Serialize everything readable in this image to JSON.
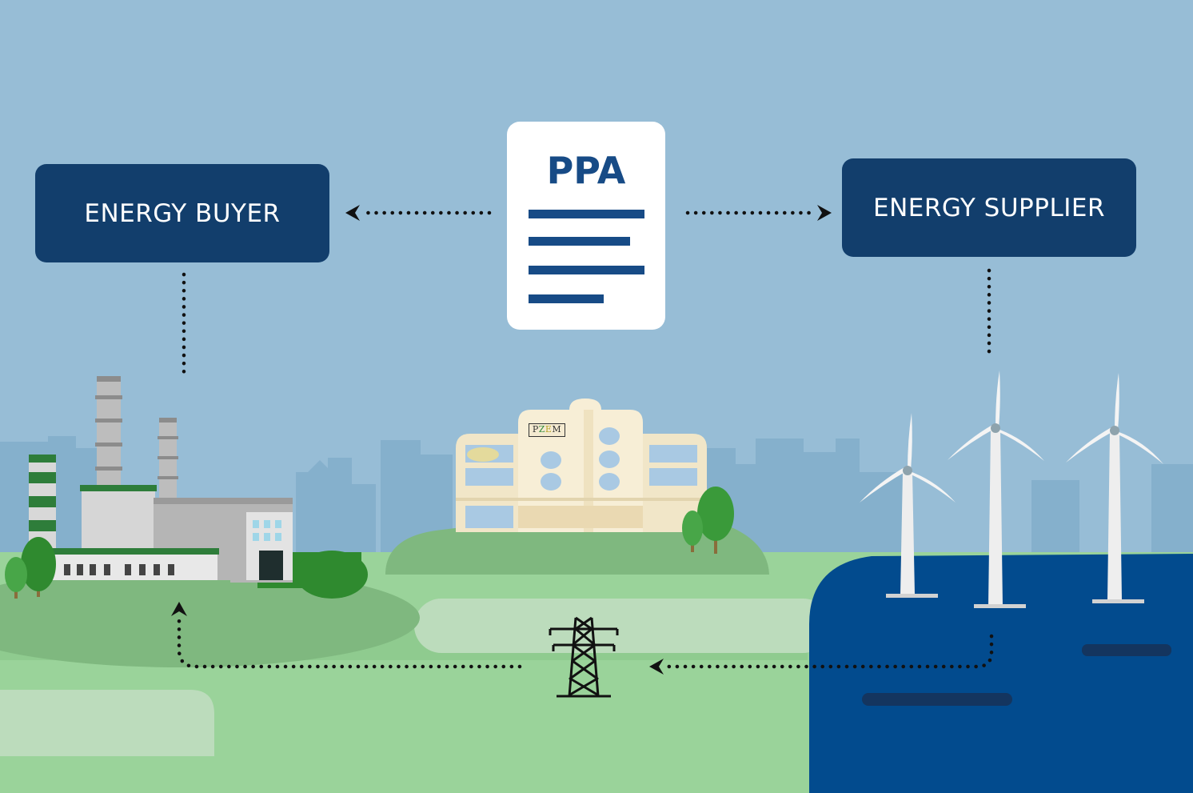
{
  "buyer": {
    "label": "ENERGY BUYER"
  },
  "supplier": {
    "label": "ENERGY SUPPLIER"
  },
  "contract": {
    "title": "PPA"
  },
  "building_sign": {
    "p": "P",
    "z": "Z",
    "e": "E",
    "m": "M"
  },
  "colors": {
    "sky": "#97bdd6",
    "navy_box": "#123e6c",
    "contract_blue": "#174b86",
    "grass_light": "#9ad39a",
    "grass_mid": "#86c286",
    "sea": "#024b8e",
    "tree": "#3a9a3a"
  }
}
